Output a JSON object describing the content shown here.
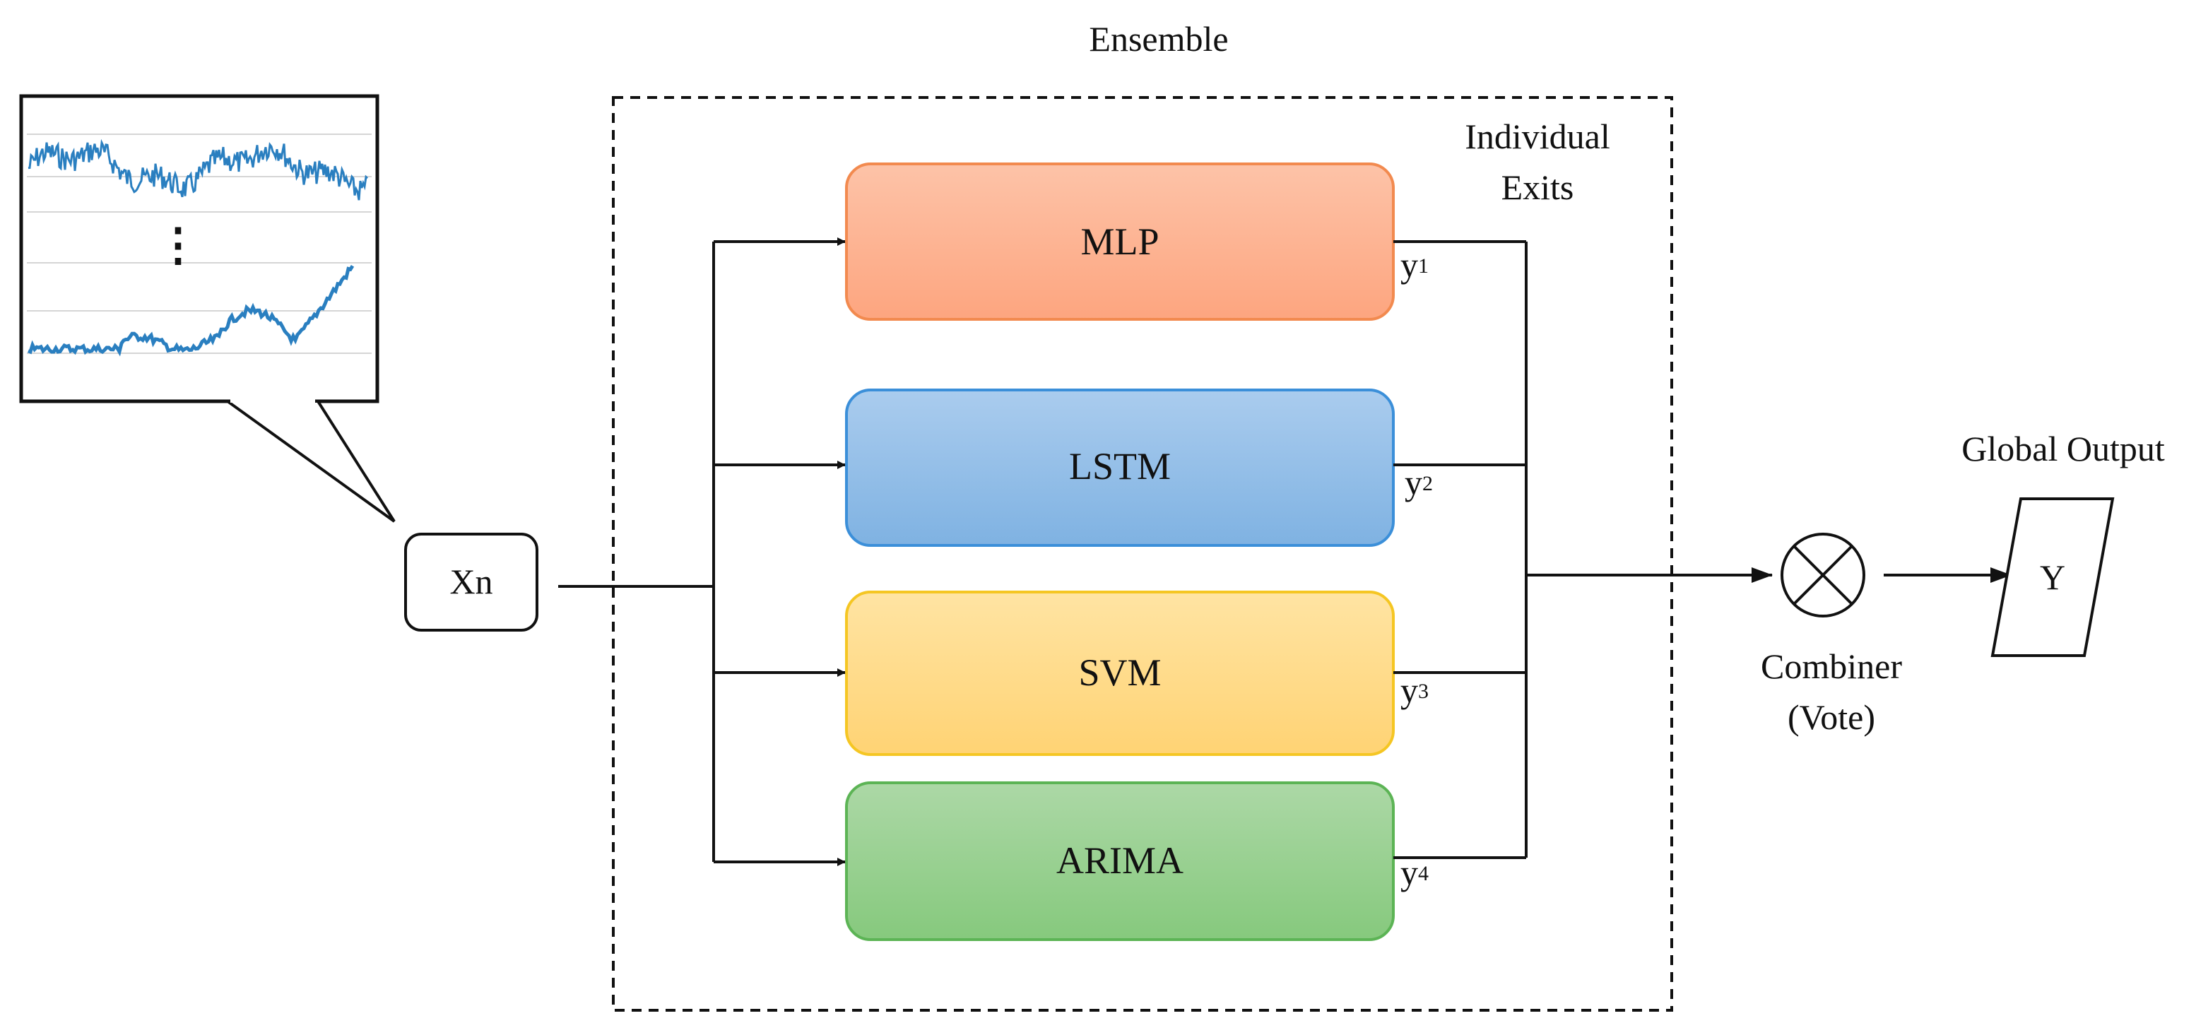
{
  "ensemble_title": "Ensemble",
  "individual_exits": [
    "Individual",
    "Exits"
  ],
  "input_label": "Xn",
  "inset_ellipsis": "⋮",
  "models": [
    {
      "label": "MLP",
      "out_base": "y",
      "out_sub": "1",
      "fill_top": "#fdc3a8",
      "fill_bottom": "#fda57f",
      "stroke": "#f28a4f"
    },
    {
      "label": "LSTM",
      "out_base": "y",
      "out_sub": "2",
      "fill_top": "#aaccee",
      "fill_bottom": "#7fb2e2",
      "stroke": "#3b8fd9"
    },
    {
      "label": "SVM",
      "out_base": "y",
      "out_sub": "3",
      "fill_top": "#ffe4a3",
      "fill_bottom": "#ffd374",
      "stroke": "#f5c623"
    },
    {
      "label": "ARIMA",
      "out_base": "y",
      "out_sub": "4",
      "fill_top": "#acd8a6",
      "fill_bottom": "#86c97d",
      "stroke": "#5cb455"
    }
  ],
  "combiner": [
    "Combiner",
    "(Vote)"
  ],
  "global_output_title": "Global Output",
  "output_label": "Y",
  "colors": {
    "signal": "#2a7fc0",
    "line": "#111111"
  }
}
